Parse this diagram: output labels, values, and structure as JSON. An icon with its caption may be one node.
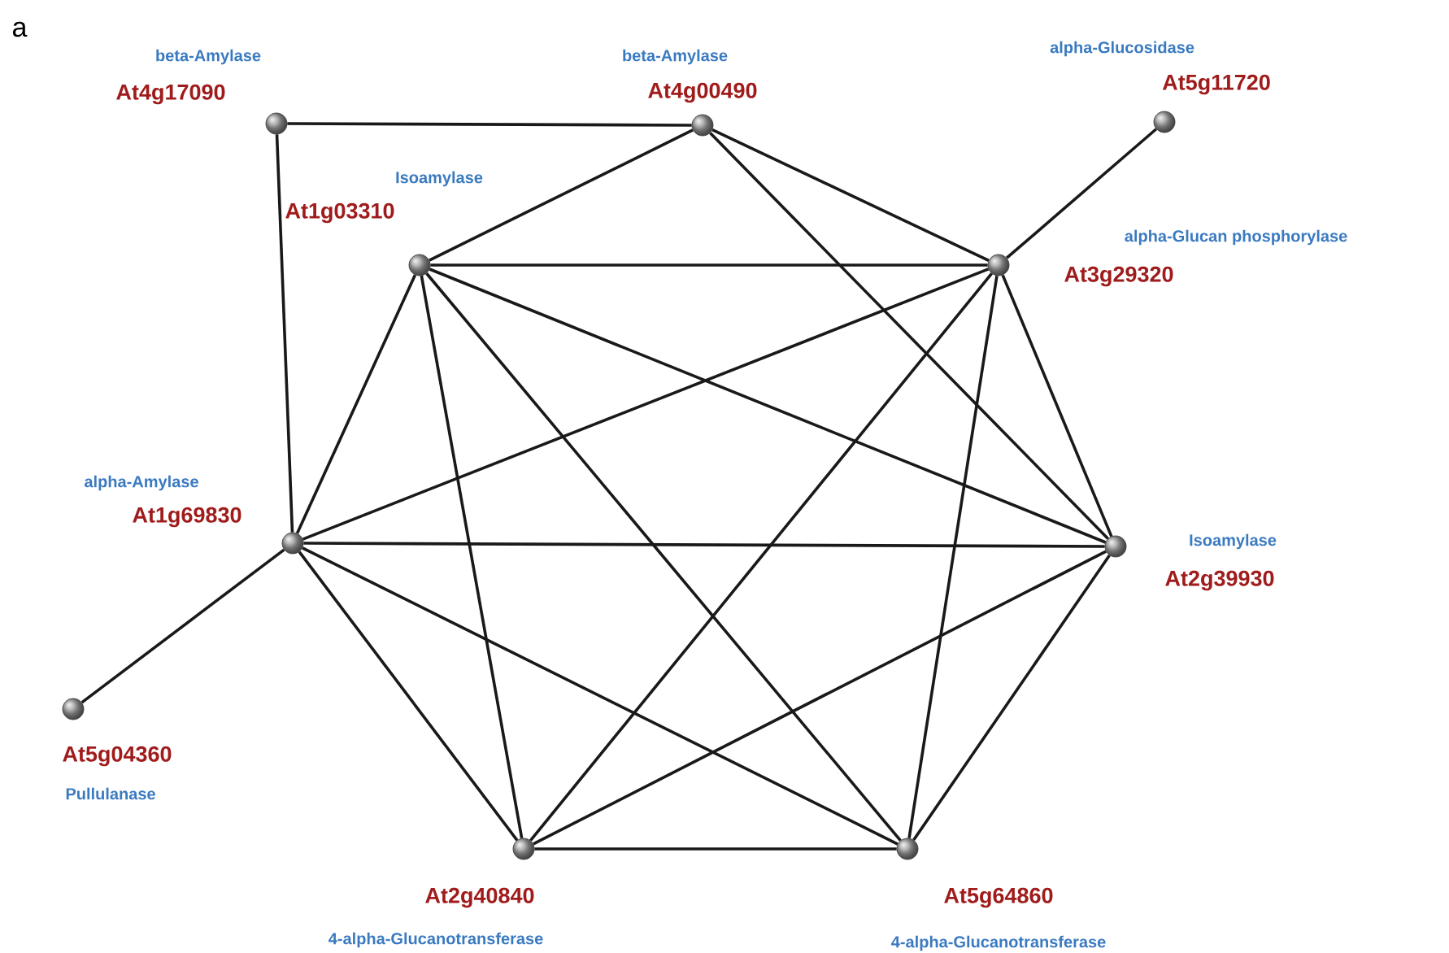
{
  "diagram": {
    "nodes": [
      {
        "text": [],
        "shape": "circle",
        "beside": [
          "beta-Amylase",
          "At4g17090"
        ]
      },
      {
        "text": [],
        "shape": "circle",
        "beside": [
          "beta-Amylase",
          "At4g00490"
        ]
      },
      {
        "text": [],
        "shape": "circle",
        "beside": [
          "alpha-Glucosidase",
          "At5g11720"
        ]
      },
      {
        "text": [],
        "shape": "circle",
        "beside": [
          "Isoamylase",
          "At1g03310"
        ]
      },
      {
        "text": [],
        "shape": "circle",
        "beside": [
          "alpha-Glucan phosphorylase",
          "At3g29320"
        ]
      },
      {
        "text": [],
        "shape": "circle",
        "beside": [
          "alpha-Amylase",
          "At1g69830"
        ]
      },
      {
        "text": [],
        "shape": "circle",
        "beside": [
          "Isoamylase",
          "At2g39930"
        ]
      },
      {
        "text": [],
        "shape": "circle",
        "beside": [
          "At5g04360",
          "Pullulanase"
        ]
      },
      {
        "text": [],
        "shape": "circle",
        "beside": [
          "At2g40840",
          "4-alpha-Glucanotransferase"
        ]
      },
      {
        "text": [],
        "shape": "circle",
        "beside": [
          "At5g64860",
          "4-alpha-Glucanotransferase"
        ]
      }
    ],
    "edges": [
      {
        "from": 0,
        "to": 1,
        "arrow": "none"
      },
      {
        "from": 0,
        "to": 5,
        "arrow": "none"
      },
      {
        "from": 1,
        "to": 3,
        "arrow": "none"
      },
      {
        "from": 1,
        "to": 4,
        "arrow": "none"
      },
      {
        "from": 1,
        "to": 6,
        "arrow": "none"
      },
      {
        "from": 2,
        "to": 4,
        "arrow": "none"
      },
      {
        "from": 3,
        "to": 4,
        "arrow": "none"
      },
      {
        "from": 3,
        "to": 5,
        "arrow": "none"
      },
      {
        "from": 3,
        "to": 8,
        "arrow": "none"
      },
      {
        "from": 3,
        "to": 9,
        "arrow": "none"
      },
      {
        "from": 3,
        "to": 6,
        "arrow": "none"
      },
      {
        "from": 4,
        "to": 5,
        "arrow": "none"
      },
      {
        "from": 4,
        "to": 8,
        "arrow": "none"
      },
      {
        "from": 4,
        "to": 9,
        "arrow": "none"
      },
      {
        "from": 4,
        "to": 6,
        "arrow": "none"
      },
      {
        "from": 5,
        "to": 6,
        "arrow": "none"
      },
      {
        "from": 5,
        "to": 8,
        "arrow": "none"
      },
      {
        "from": 5,
        "to": 9,
        "arrow": "none"
      },
      {
        "from": 5,
        "to": 7,
        "arrow": "none"
      },
      {
        "from": 6,
        "to": 8,
        "arrow": "none"
      },
      {
        "from": 6,
        "to": 9,
        "arrow": "none"
      },
      {
        "from": 8,
        "to": 9,
        "arrow": "none"
      }
    ],
    "labels": [
      "a"
    ]
  }
}
